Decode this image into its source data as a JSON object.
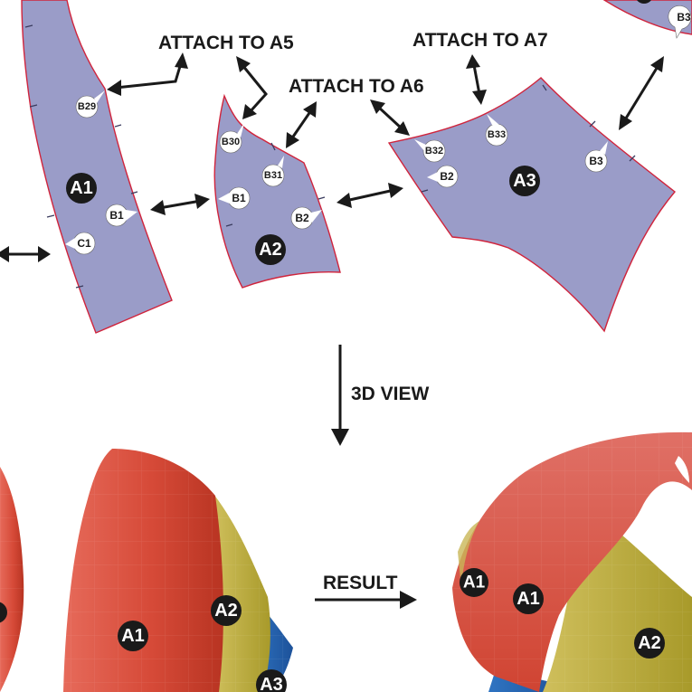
{
  "labels": {
    "attach_a5": "ATTACH TO A5",
    "attach_a6": "ATTACH TO A6",
    "attach_a7": "ATTACH TO A7",
    "view_3d": "3D VIEW",
    "result": "RESULT"
  },
  "pieces": {
    "a1": {
      "id": "A1",
      "marks": [
        "B29",
        "B1",
        "C1"
      ]
    },
    "a2": {
      "id": "A2",
      "marks": [
        "B30",
        "B31",
        "B1",
        "B2"
      ]
    },
    "a3": {
      "id": "A3",
      "marks": [
        "B32",
        "B33",
        "B2",
        "B3"
      ]
    },
    "top_right_mark": "B3"
  },
  "model_left": {
    "pieces": [
      "A1",
      "A2",
      "A3"
    ]
  },
  "model_right": {
    "pieces": [
      "A1",
      "A1",
      "A2"
    ]
  },
  "colors": {
    "pattern_fill": "#9a9cc8",
    "pattern_outline": "#d0243c",
    "shell_red": "#d8483a",
    "shell_yellow": "#c8b448",
    "shell_blue": "#2a68b4"
  }
}
